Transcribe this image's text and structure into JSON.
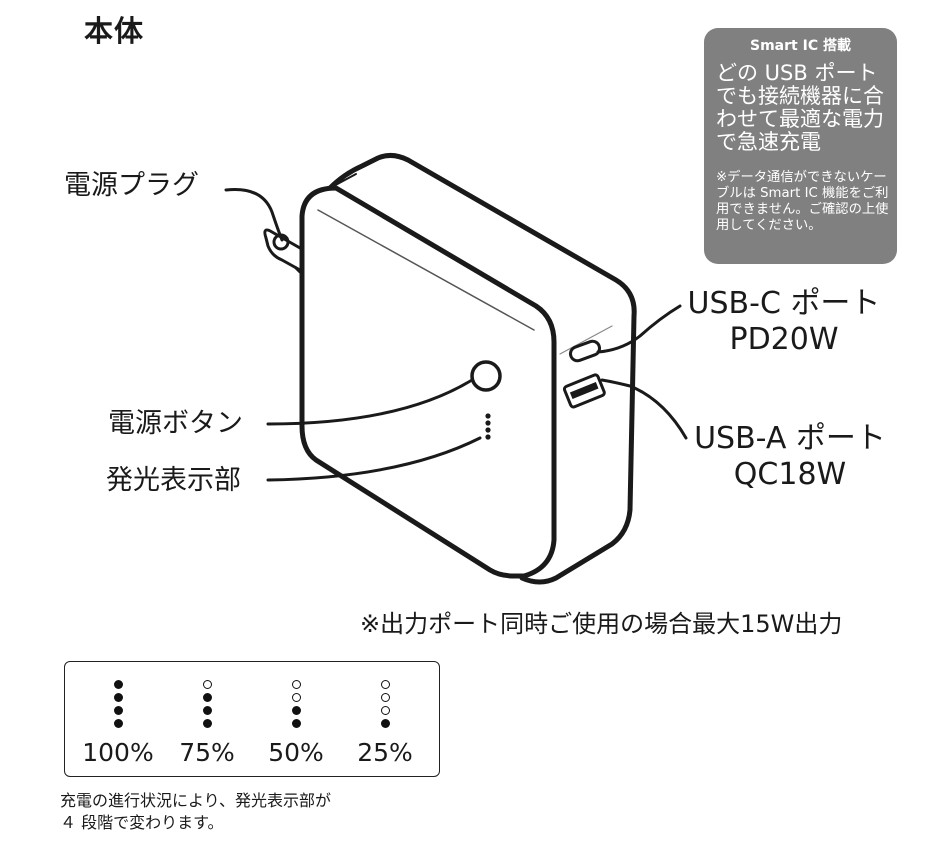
{
  "title": "本体",
  "callout": {
    "heading": "Smart IC 搭載",
    "body": "どの USB ポートでも接続機器に合わせて最適な電力で急速充電",
    "note": "※データ通信ができないケーブルは Smart IC 機能をご利用できません。ご確認の上使用してください。"
  },
  "labels": {
    "plug": "電源プラグ",
    "power_button": "電源ボタン",
    "indicator": "発光表示部"
  },
  "ports": {
    "usb_c": {
      "name": "USB-C ポート",
      "spec": "PD20W"
    },
    "usb_a": {
      "name": "USB-A ポート",
      "spec": "QC18W"
    }
  },
  "simultaneous_note": "※出力ポート同時ご使用の場合最大15W出力",
  "battery_levels": [
    {
      "label": "100%",
      "lit": 4
    },
    {
      "label": "75%",
      "lit": 3
    },
    {
      "label": "50%",
      "lit": 2
    },
    {
      "label": "25%",
      "lit": 1
    }
  ],
  "footnote": {
    "line1": "充電の進行状況により、発光表示部が",
    "line2": "４ 段階で変わります。"
  }
}
